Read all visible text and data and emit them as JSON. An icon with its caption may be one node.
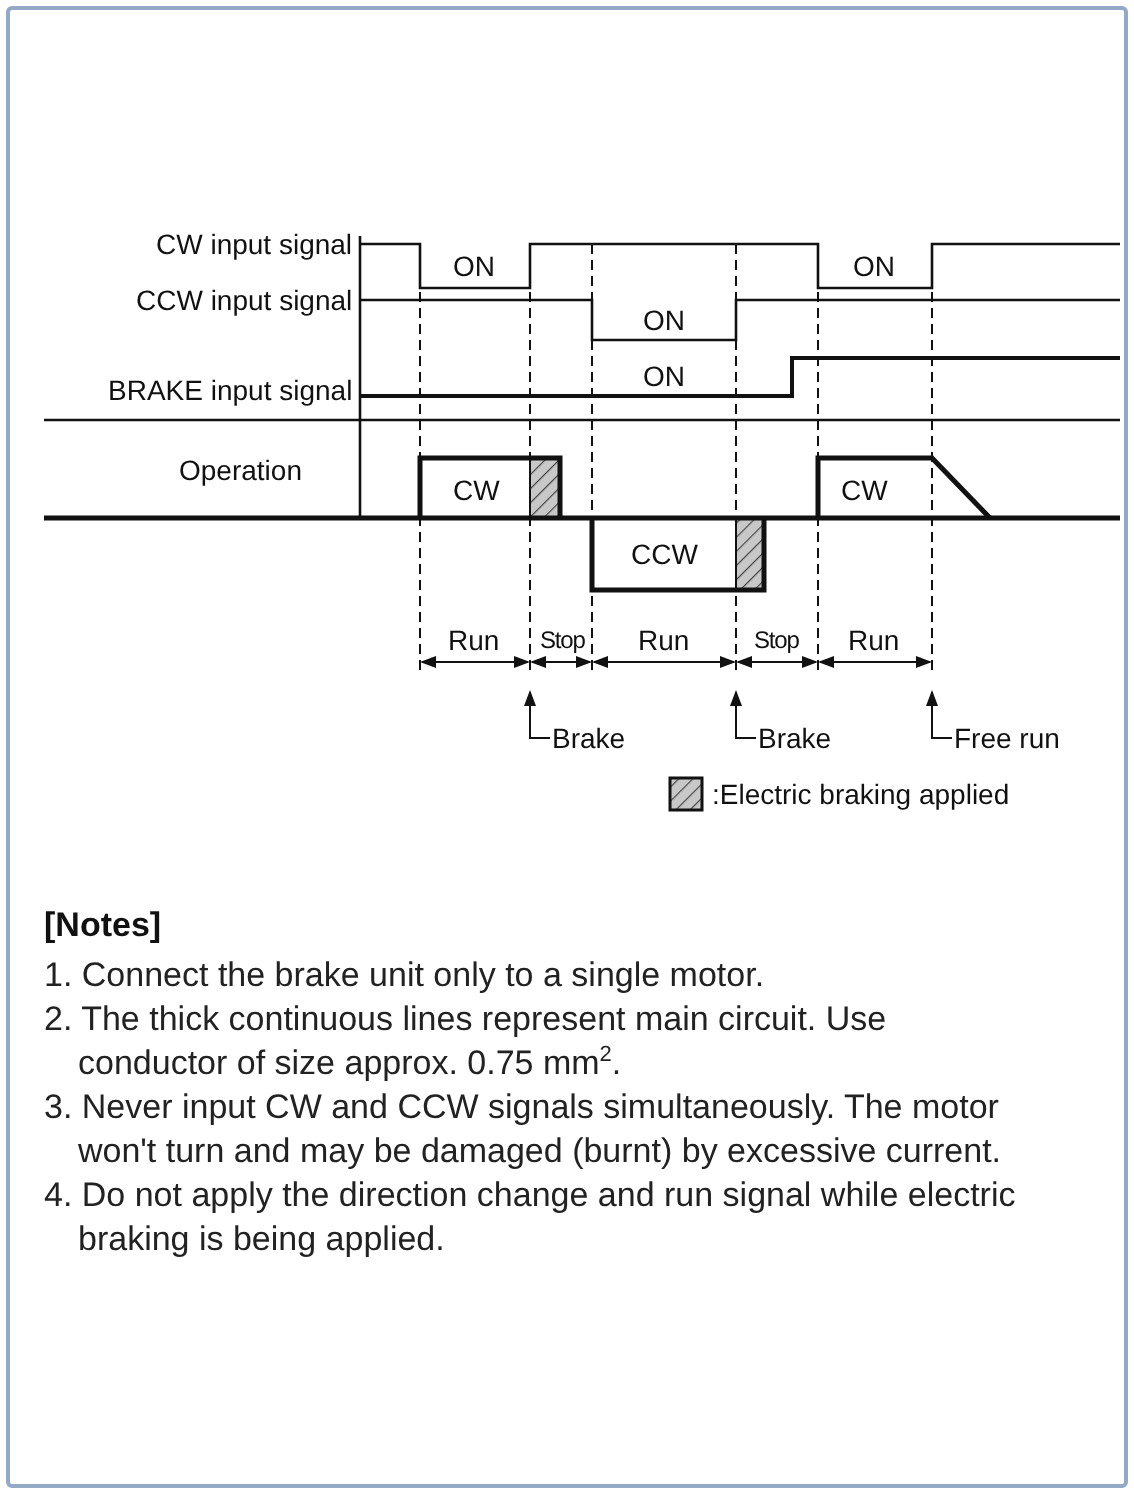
{
  "diagram": {
    "labels": [
      "CW input signal",
      "ON",
      "ON",
      "CCW input signal",
      "ON",
      "BRAKE input signal",
      "ON",
      "Operation",
      "CW",
      "CW",
      "CCW",
      "Run",
      "Stop",
      "Run",
      "Stop",
      "Run",
      "[Notes]",
      "1. Connect the brake unit only to a single motor.",
      "2. The thick continuous lines represent main circuit. Use conductor of size approx. 0.75 mm$^{2}$.",
      "3. Never input CW and CCW signals simultaneously. The motor won't turn and may be damaged (burnt) by excessive current.",
      "4. Do not apply the direction change and run signal while electric braking is being applied."
    ],
    "nodes": [
      {
        "text": [
          "Brake"
        ]
      },
      {
        "text": [
          "Brake"
        ]
      },
      {
        "text": [
          "Free run"
        ]
      }
    ],
    "edges": [
      {
        "from": 0,
        "to": null,
        "arrow": "to"
      },
      {
        "from": 1,
        "to": null,
        "arrow": "to"
      },
      {
        "from": 2,
        "to": null,
        "arrow": "to"
      }
    ],
    "legend": [
      {
        "text": ":Electric braking applied"
      }
    ]
  }
}
